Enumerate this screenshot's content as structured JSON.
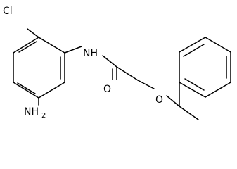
{
  "figure": {
    "type": "chemical-structure",
    "atom_labels": {
      "chlorine": "Cl",
      "amide_nitrogen": "NH",
      "amino_nitrogen": "NH",
      "amino_subscript": "2",
      "carbonyl_oxygen": "O",
      "ether_oxygen": "O"
    }
  },
  "colors": {
    "bond": "#000000",
    "label": "#000000",
    "background": "#ffffff"
  }
}
